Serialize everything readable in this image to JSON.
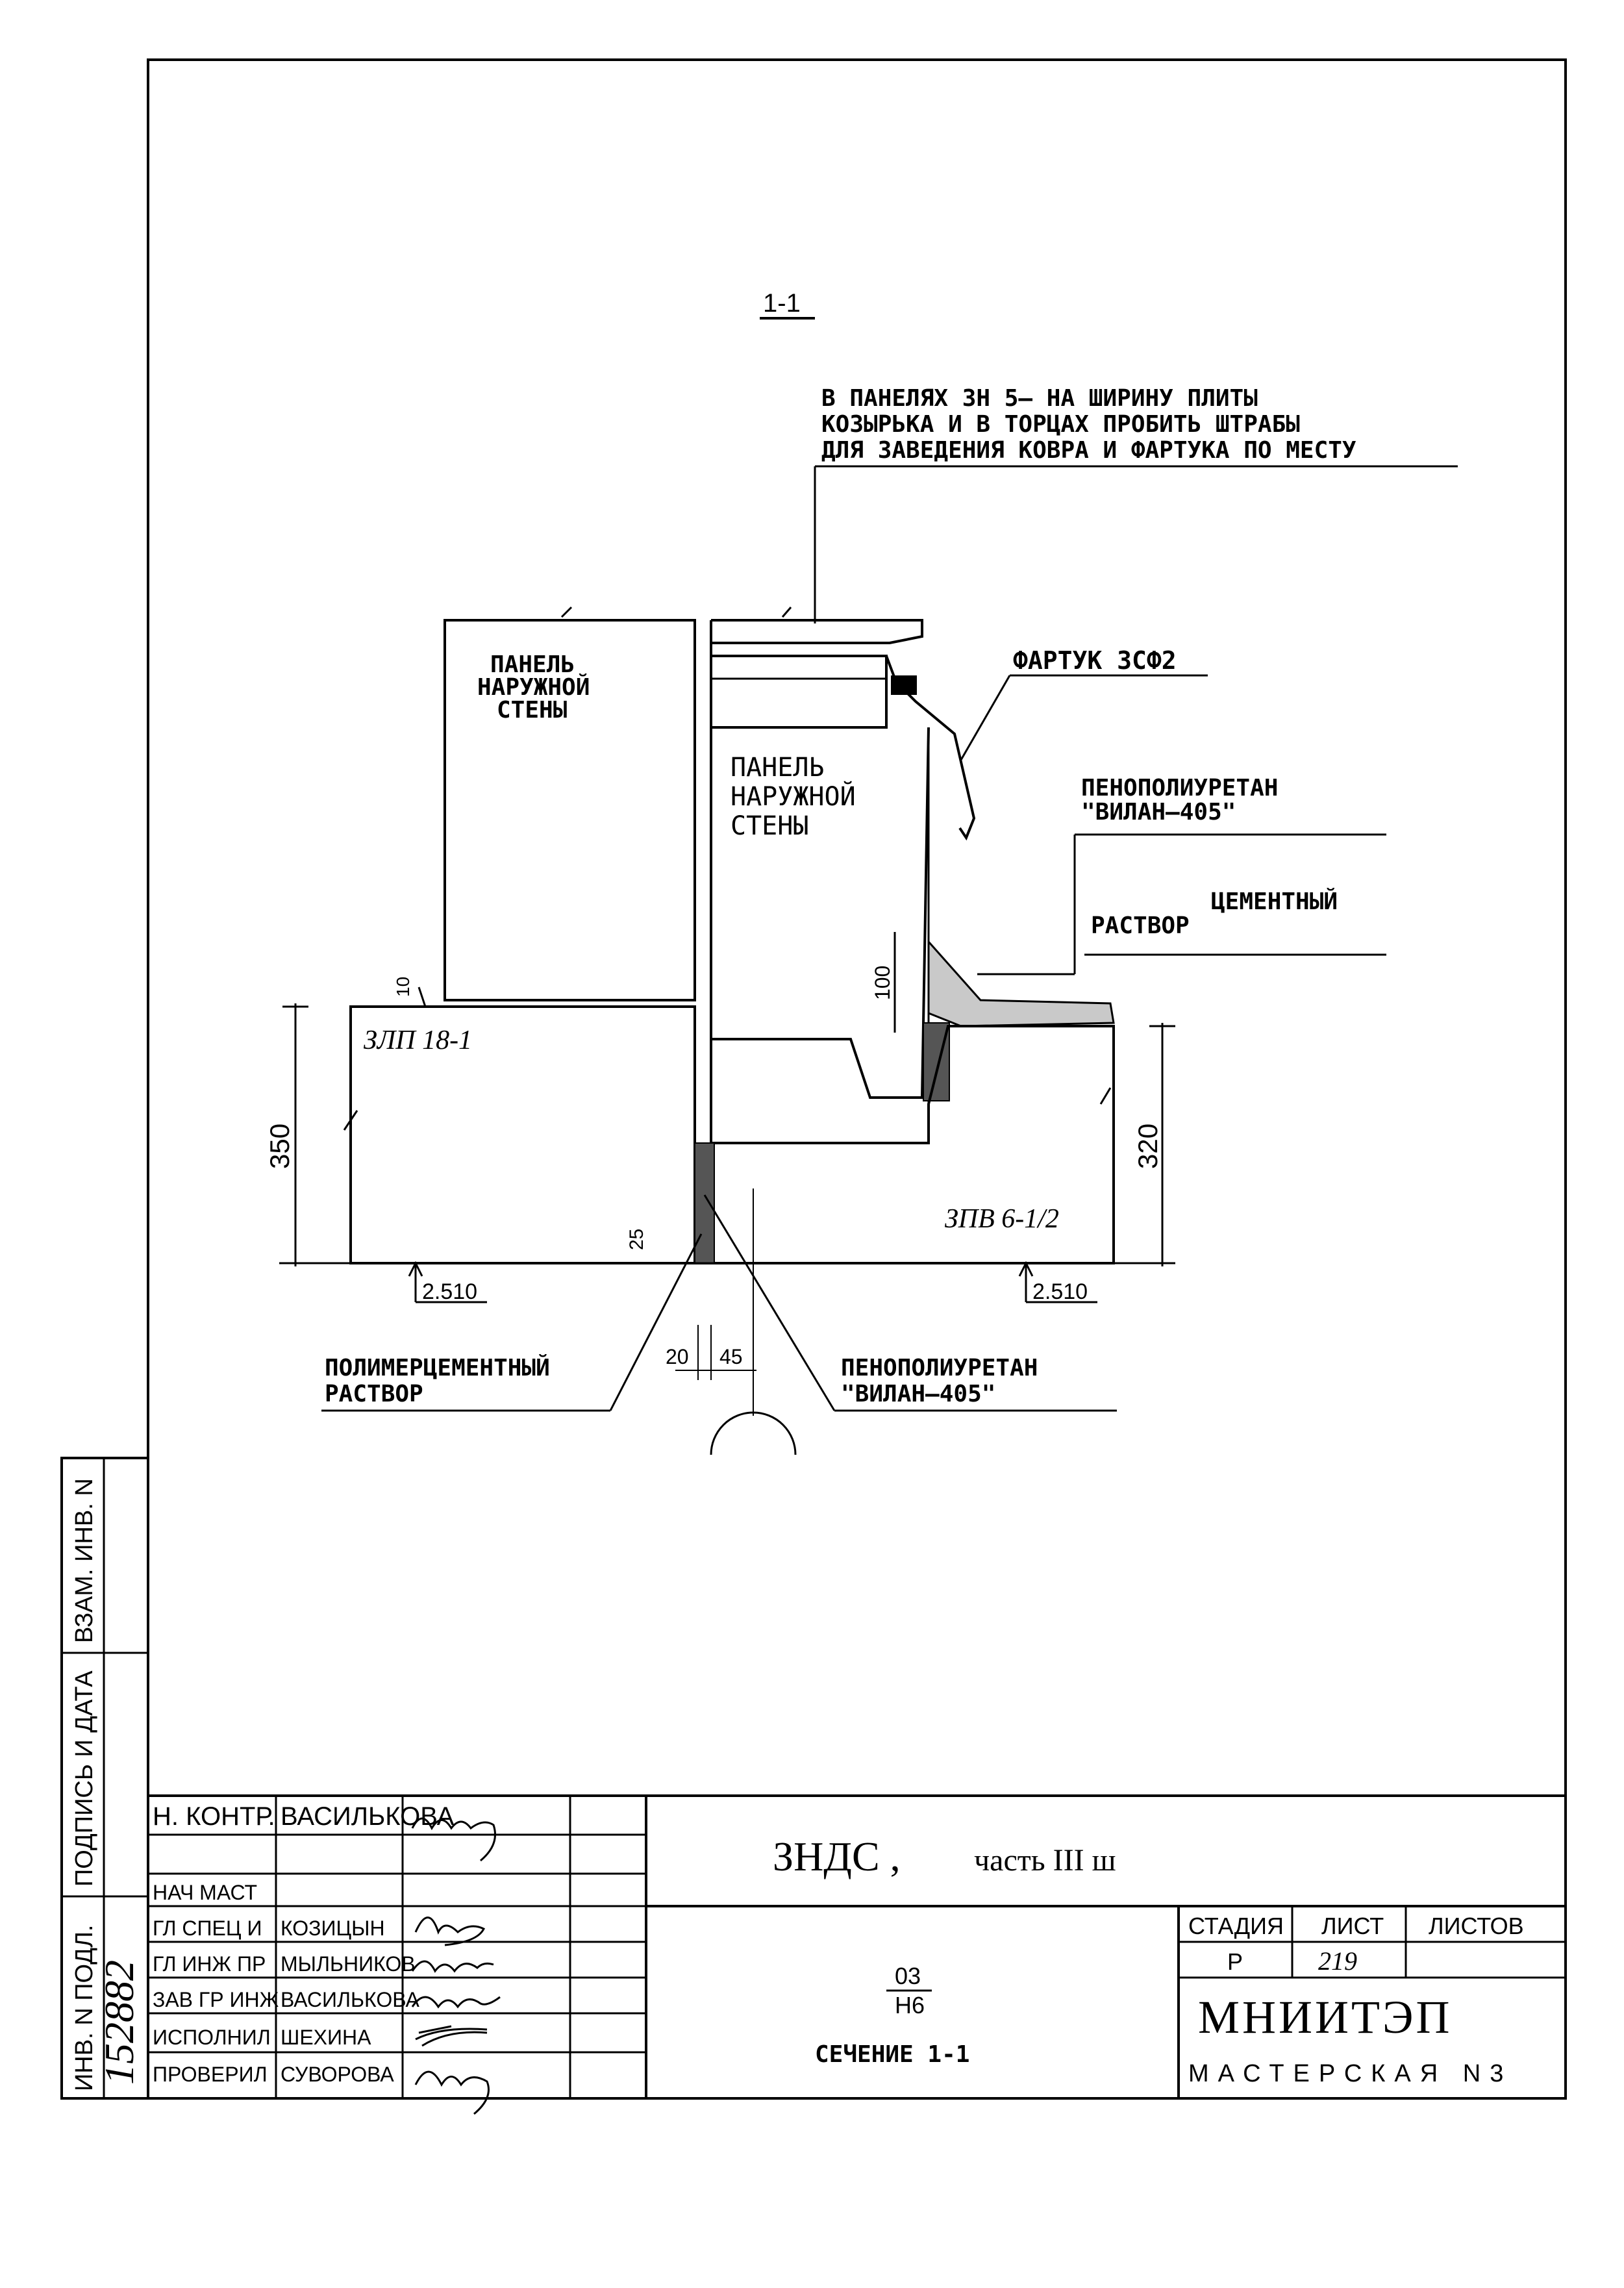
{
  "section_title": "1-1",
  "note": {
    "line1": "В ПАНЕЛЯХ ЗН 5–    НА ШИРИНУ ПЛИТЫ",
    "line2": "КОЗЫРЬКА И В ТОРЦАХ ПРОБИТЬ ШТРАБЫ",
    "line3": "ДЛЯ ЗАВЕДЕНИЯ КОВРА И ФАРТУКА ПО МЕСТУ"
  },
  "labels": {
    "panel_left_1": "ПАНЕЛЬ",
    "panel_left_2": "НАРУЖНОЙ",
    "panel_left_3": "СТЕНЫ",
    "panel_right_1": "ПАНЕЛЬ",
    "panel_right_2": "НАРУЖНОЙ",
    "panel_right_3": "СТЕНЫ",
    "apron": "ФАРТУК ЗСФ2",
    "foam1_1": "ПЕНОПОЛИУРЕТАН",
    "foam1_2": "\"ВИЛАН–405\"",
    "cement_1": "ЦЕМЕНТНЫЙ",
    "cement_2": "РАСТВОР",
    "slab_left": "ЗЛП 18-1",
    "slab_right": "ЗПВ 6-1/2",
    "polymer_1": "ПОЛИМЕРЦЕМЕНТНЫЙ",
    "polymer_2": "РАСТВОР",
    "foam2_1": "ПЕНОПОЛИУРЕТАН",
    "foam2_2": "\"ВИЛАН–405\""
  },
  "dimensions": {
    "d350": "350",
    "d320": "320",
    "d100": "100",
    "d10": "10",
    "d25": "25",
    "d20": "20",
    "d45": "45",
    "level_left": "2.510",
    "level_right": "2.510"
  },
  "side_stamp": {
    "inv_orig": "ИНВ. N ПОДЛ.",
    "sign_date": "ПОДПИСЬ И ДАТА",
    "inv_repl": "ВЗАМ. ИНВ. N",
    "inv_number": "152882"
  },
  "title_block": {
    "doc_code": "ЗНДС ,",
    "doc_part": "часть III ш",
    "roles": [
      {
        "role": "Н. КОНТР.",
        "name": "ВАСИЛЬКОВА"
      },
      {
        "role": "",
        "name": ""
      },
      {
        "role": "НАЧ МАСТ",
        "name": ""
      },
      {
        "role": "ГЛ СПЕЦ И",
        "name": "КОЗИЦЫН"
      },
      {
        "role": "ГЛ ИНЖ ПР",
        "name": "МЫЛЬНИКОВ"
      },
      {
        "role": "ЗАВ ГР ИНЖ",
        "name": "ВАСИЛЬКОВА"
      },
      {
        "role": "ИСПОЛНИЛ",
        "name": "ШЕХИНА"
      },
      {
        "role": "ПРОВЕРИЛ",
        "name": "СУВОРОВА"
      }
    ],
    "fraction_top": "03",
    "fraction_bottom": "Н6",
    "sheet_name": "СЕЧЕНИЕ 1-1",
    "stage_header": "СТАДИЯ",
    "sheet_header": "ЛИСТ",
    "sheets_header": "ЛИСТОВ",
    "stage": "Р",
    "sheet": "219",
    "sheets": "",
    "org": "МНИИТЭП",
    "workshop": "МАСТЕРСКАЯ  N3"
  }
}
